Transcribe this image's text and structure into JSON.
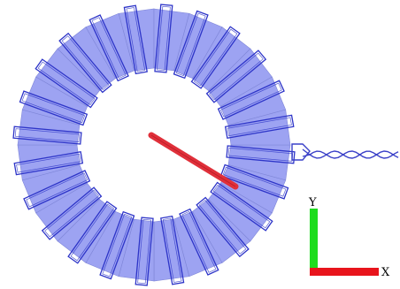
{
  "axes": {
    "x_label": "X",
    "y_label": "Y",
    "x_color": "#e8141c",
    "y_color": "#1edc1e"
  },
  "colors": {
    "core_fill": "#9da3f2",
    "core_stroke": "#7f86d8",
    "winding": "#2d34c8",
    "probe": "#e0303a",
    "lead": "#3a40c8",
    "background": "#ffffff"
  },
  "model": {
    "turns": 24,
    "probe_visible": true,
    "lead_twisted_pair": true
  }
}
